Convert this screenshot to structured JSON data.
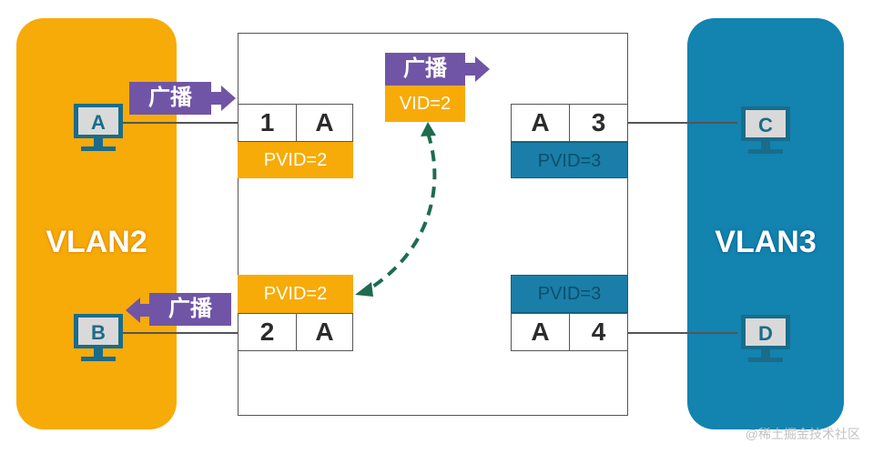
{
  "vlans": {
    "left": {
      "label": "VLAN2",
      "color": "#f7ab08"
    },
    "right": {
      "label": "VLAN3",
      "color": "#1383b0"
    }
  },
  "hosts": {
    "a": "A",
    "b": "B",
    "c": "C",
    "d": "D"
  },
  "ports": {
    "p1": {
      "number": "1",
      "mode": "A",
      "pvid": "PVID=2"
    },
    "p2": {
      "number": "2",
      "mode": "A",
      "pvid": "PVID=2"
    },
    "p3": {
      "number": "3",
      "mode": "A",
      "pvid": "PVID=3"
    },
    "p4": {
      "number": "4",
      "mode": "A",
      "pvid": "PVID=3"
    }
  },
  "frames": {
    "in_label": "广播",
    "internal_label": "广播",
    "internal_vid": "VID=2",
    "out_label": "广播"
  },
  "watermark": "@稀土掘金技术社区",
  "colors": {
    "vlan2": "#f7ab08",
    "vlan3": "#1383b0",
    "broadcast": "#7055a6",
    "path_arrow": "#1f6b4f"
  }
}
